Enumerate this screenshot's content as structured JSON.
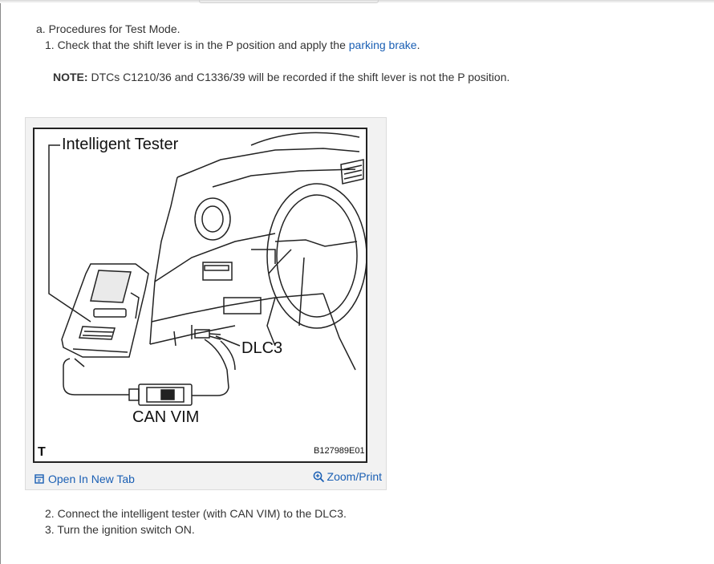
{
  "procedure": {
    "step_a": "a. Procedures for Test Mode.",
    "step_1_prefix": "1. Check that the shift lever is in the P position and apply the ",
    "step_1_link": "parking brake",
    "step_1_suffix": ".",
    "note_label": "NOTE:",
    "note_text": " DTCs C1210/36 and C1336/39 will be recorded if the shift lever is not the P position.",
    "step_2": "2. Connect the intelligent tester (with CAN VIM) to the DLC3.",
    "step_3": "3. Turn the ignition switch ON."
  },
  "figure": {
    "title_label": "Intelligent Tester",
    "dlc_label": "DLC3",
    "vim_label": "CAN VIM",
    "corner_mark": "T",
    "figure_id": "B127989E01"
  },
  "actions": {
    "open_new_tab": "Open In New Tab",
    "zoom_print": "Zoom/Print"
  },
  "icons": {
    "open_tab": "open-tab-icon",
    "zoom": "zoom-in-icon"
  },
  "colors": {
    "link": "#1a5fb4",
    "text": "#333333"
  }
}
